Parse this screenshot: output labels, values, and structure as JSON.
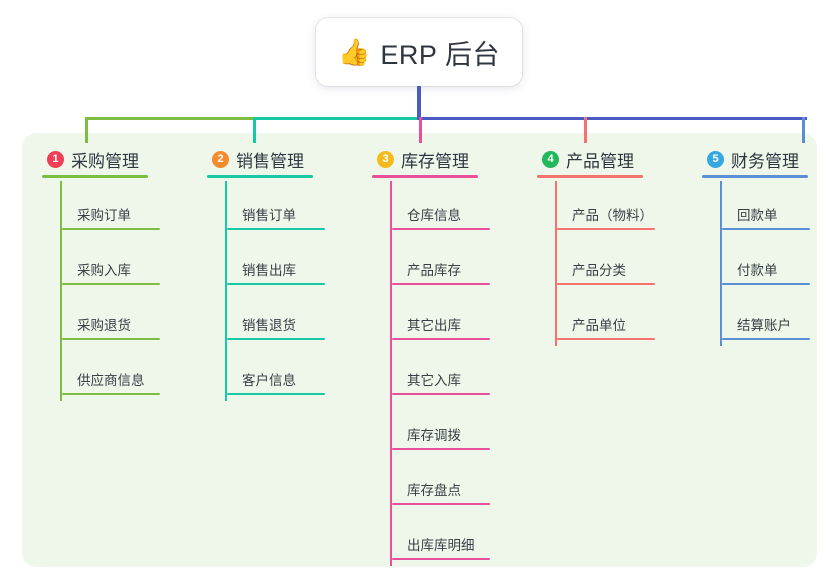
{
  "root": {
    "icon": "thumbs-up-icon",
    "emoji": "👍",
    "title": "ERP 后台"
  },
  "colors": {
    "panel_bg": "#eef7ea",
    "page_bg": "#ffffff",
    "root_text": "#2f3640",
    "leaf_text": "#3a3f47",
    "root_stem": "#4a5bc4",
    "trunk_left_green": "#7cbd42",
    "trunk_mid_teal": "#17c8a5",
    "trunk_right_blue": "#4a5bc4"
  },
  "branches": [
    {
      "number": "1",
      "title": "采购管理",
      "badge_color": "#ef3e55",
      "line_color": "#7cbd42",
      "leaves": [
        {
          "label": "采购订单"
        },
        {
          "label": "采购入库"
        },
        {
          "label": "采购退货"
        },
        {
          "label": "供应商信息"
        }
      ]
    },
    {
      "number": "2",
      "title": "销售管理",
      "badge_color": "#f58b2d",
      "line_color": "#17c8a5",
      "leaves": [
        {
          "label": "销售订单"
        },
        {
          "label": "销售出库"
        },
        {
          "label": "销售退货"
        },
        {
          "label": "客户信息"
        }
      ]
    },
    {
      "number": "3",
      "title": "库存管理",
      "badge_color": "#f5bb1e",
      "line_color": "#e8509a",
      "leaves": [
        {
          "label": "仓库信息"
        },
        {
          "label": "产品库存"
        },
        {
          "label": "其它出库"
        },
        {
          "label": "其它入库"
        },
        {
          "label": "库存调拨"
        },
        {
          "label": "库存盘点"
        },
        {
          "label": "出库库明细"
        }
      ]
    },
    {
      "number": "4",
      "title": "产品管理",
      "badge_color": "#24b85c",
      "line_color": "#f4736f",
      "leaves": [
        {
          "label": "产品（物料）"
        },
        {
          "label": "产品分类"
        },
        {
          "label": "产品单位"
        }
      ]
    },
    {
      "number": "5",
      "title": "财务管理",
      "badge_color": "#36a8e0",
      "line_color": "#5b8fd4",
      "leaves": [
        {
          "label": "回款单"
        },
        {
          "label": "付款单"
        },
        {
          "label": "结算账户"
        }
      ]
    }
  ]
}
